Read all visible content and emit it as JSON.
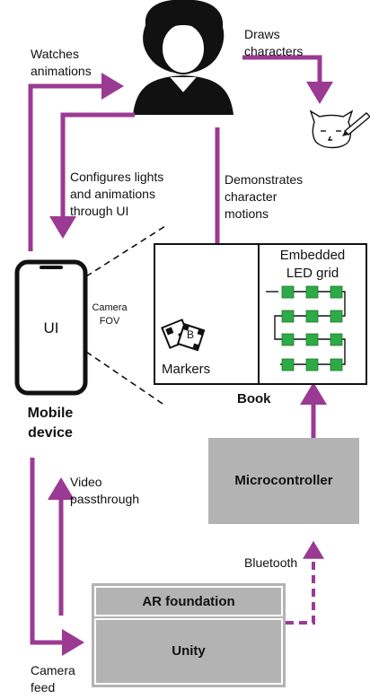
{
  "labels": {
    "watches": "Watches\nanimations",
    "draws": "Draws\ncharacters",
    "configures": "Configures lights\nand animations\nthrough UI",
    "demonstrates": "Demonstrates\ncharacter\nmotions",
    "camera_fov": "Camera\nFOV",
    "ui": "UI",
    "mobile_device": "Mobile\ndevice",
    "embedded_led": "Embedded\nLED grid",
    "markers": "Markers",
    "marker_letter": "B",
    "book": "Book",
    "microcontroller": "Microcontroller",
    "video_passthrough": "Video\npassthrough",
    "bluetooth": "Bluetooth",
    "ar_foundation": "AR foundation",
    "unity": "Unity",
    "camera_feed": "Camera\nfeed"
  },
  "colors": {
    "arrow": "#9b3a93",
    "led": "#2eaa46",
    "box_gray": "#b3b3b3",
    "stroke": "#111111"
  },
  "icons": {
    "person": "person-icon",
    "cat_drawing": "cat-drawing-icon",
    "pen": "pen-icon",
    "phone": "phone-icon",
    "markers": "marker-cards-icon"
  }
}
